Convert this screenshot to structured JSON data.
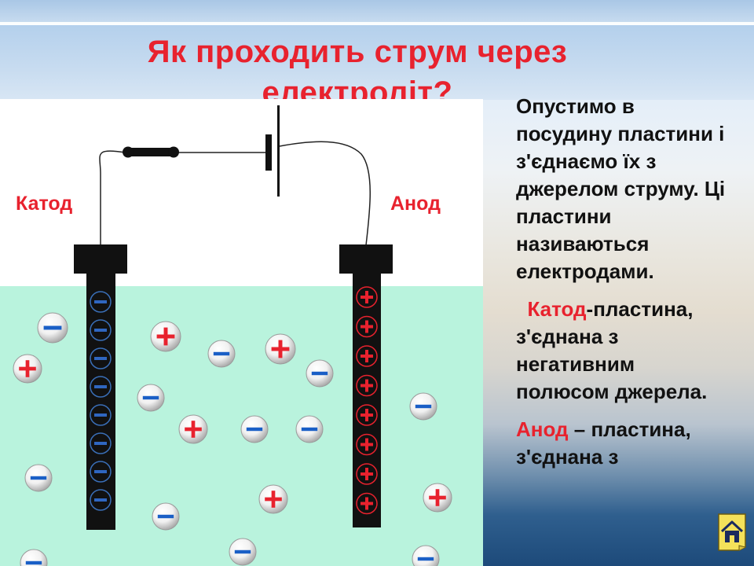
{
  "slide": {
    "title_line1": "Як проходить струм через",
    "title_line2": "електроліт?"
  },
  "diagram": {
    "cathode_label": "Катод",
    "anode_label": "Анод",
    "minus_sign": "−",
    "plus_sign": "+",
    "colors": {
      "label": "#e8222e",
      "electrolyte": "#b9f3dd",
      "electrode": "#111111",
      "ion_plus": "#e8222e",
      "ion_minus": "#1a5fc6"
    }
  },
  "text": {
    "p1": "Опустимо в посудину пластини і з'єднаємо їх з джерелом струму. Ці пластини називаються електродами.",
    "p2_term": "Катод",
    "p2_rest": "-пластина, з'єднана з негативним полюсом джерела.",
    "p3_term": "Анод",
    "p3_rest": " – пластина, з'єднана з"
  },
  "nav": {
    "home_icon": "home-icon"
  }
}
